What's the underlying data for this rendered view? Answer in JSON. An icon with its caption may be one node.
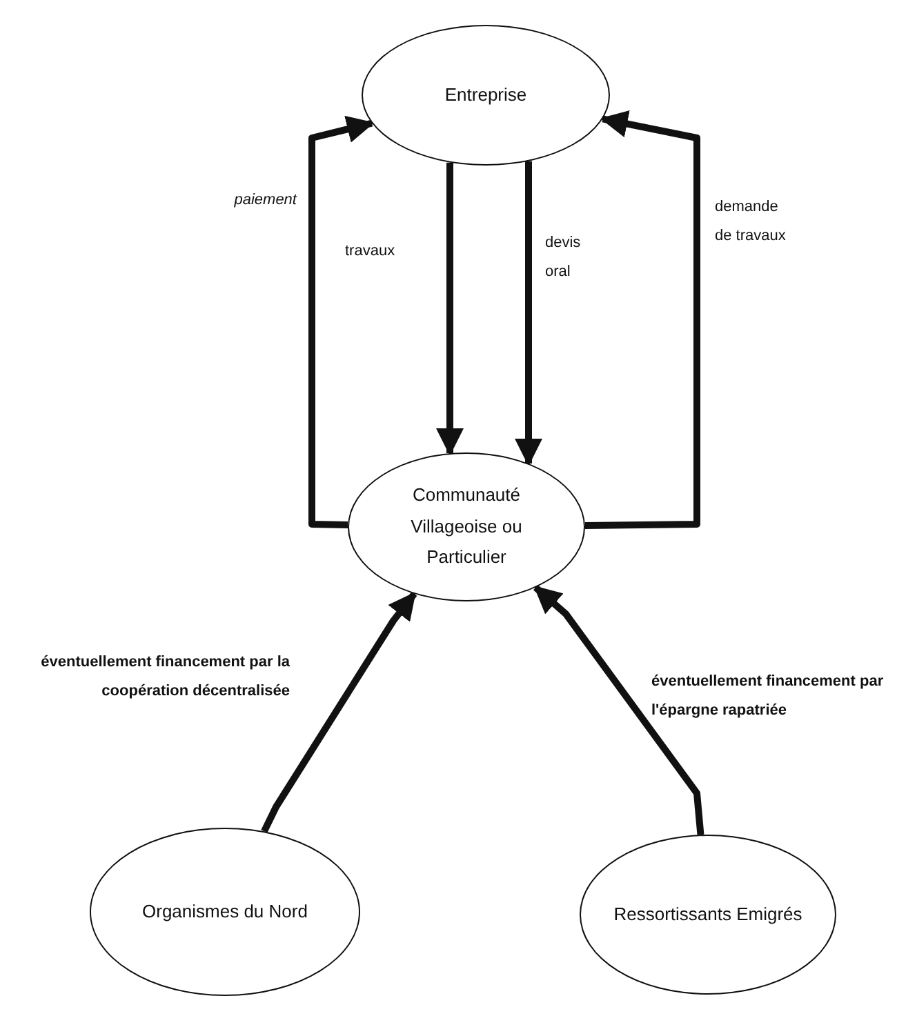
{
  "diagram": {
    "nodes": [
      {
        "text": [
          "Entreprise"
        ]
      },
      {
        "text": [
          "Communauté Villageoise ou Particulier"
        ]
      },
      {
        "text": [
          "Organismes du Nord"
        ]
      },
      {
        "text": [
          "Ressortissants Emigrés"
        ]
      }
    ],
    "edges": [
      {
        "from": 1,
        "to": 0,
        "arrow": "to",
        "label": "paiement"
      },
      {
        "from": 0,
        "to": 1,
        "arrow": "to",
        "label": "travaux"
      },
      {
        "from": 0,
        "to": 1,
        "arrow": "to",
        "label": "devis oral"
      },
      {
        "from": 1,
        "to": 0,
        "arrow": "to",
        "label": "demande de travaux"
      },
      {
        "from": 2,
        "to": 1,
        "arrow": "to",
        "label": "éventuellement financement par la coopération décentralisée"
      },
      {
        "from": 3,
        "to": 1,
        "arrow": "to",
        "label": "éventuellement financement par l'épargne rapatriée"
      }
    ]
  }
}
